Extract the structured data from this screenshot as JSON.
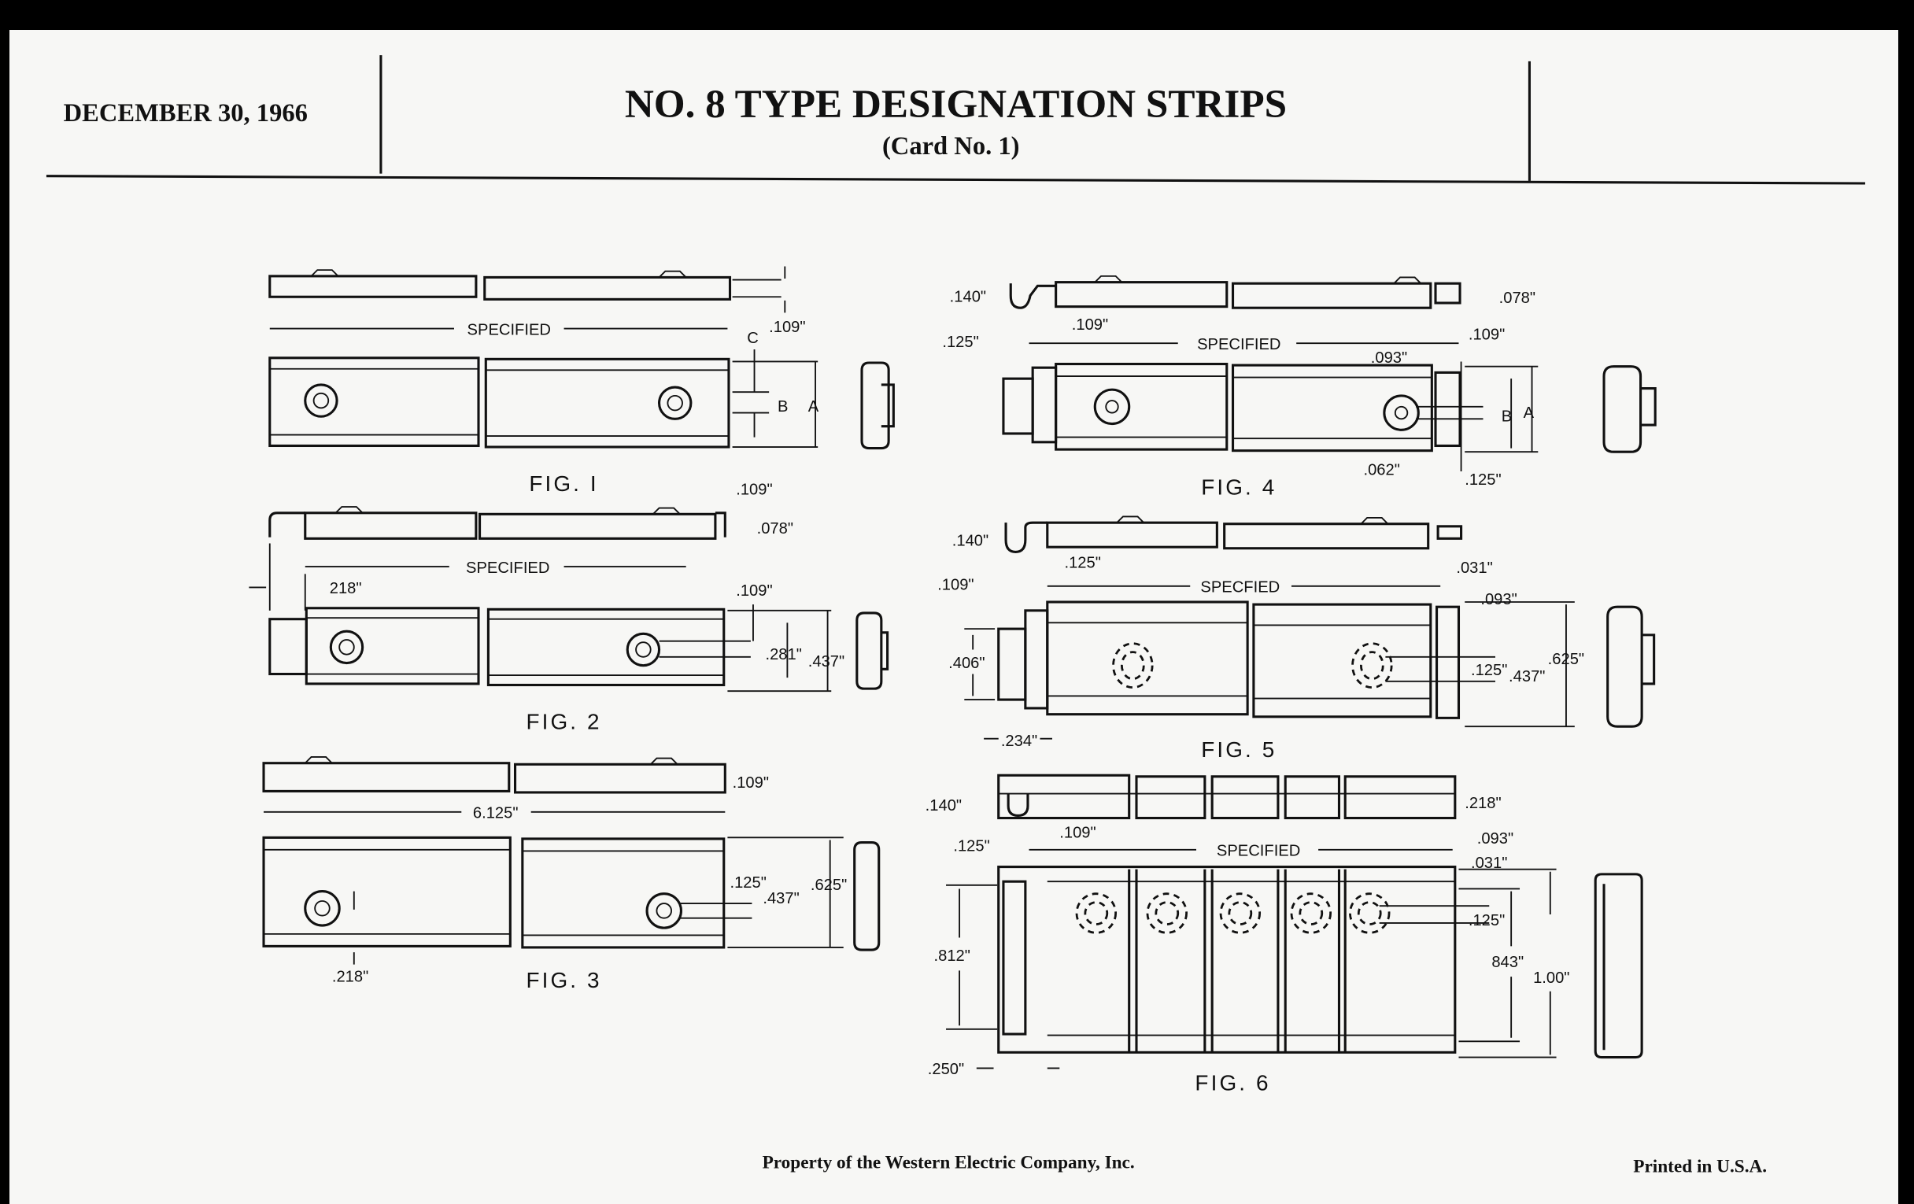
{
  "header": {
    "date": "DECEMBER 30, 1966",
    "title": "NO. 8 TYPE DESIGNATION STRIPS",
    "subtitle": "(Card No. 1)"
  },
  "figures": [
    {
      "caption": "FIG. I",
      "labels": {
        "specified": "SPECIFIED",
        "c": "C",
        "dim_109": ".109\"",
        "b": "B",
        "a": "A"
      }
    },
    {
      "caption": "FIG. 2",
      "labels": {
        "dim_109_top": ".109\"",
        "dim_078": ".078\"",
        "specified": "SPECIFIED",
        "dim_218": "218\"",
        "dim_109": ".109\"",
        "dim_281": ".281\"",
        "dim_437": ".437\""
      }
    },
    {
      "caption": "FIG. 3",
      "labels": {
        "dim_109": ".109\"",
        "length": "6.125\"",
        "dim_125": ".125\"",
        "dim_437": ".437\"",
        "dim_625": ".625\"",
        "dim_218": ".218\""
      }
    },
    {
      "caption": "FIG. 4",
      "labels": {
        "dim_140": ".140\"",
        "dim_125": ".125\"",
        "dim_109": ".109\"",
        "specified": "SPECIFIED",
        "dim_078": ".078\"",
        "dim_109_r": ".109\"",
        "dim_093": ".093\"",
        "b": "B",
        "a": "A",
        "dim_062": ".062\"",
        "dim_125_r": ".125\""
      }
    },
    {
      "caption": "FIG. 5",
      "labels": {
        "dim_140": ".140\"",
        "dim_109": ".109\"",
        "dim_125": ".125\"",
        "dim_031": ".031\"",
        "specified": "SPECFIED",
        "dim_093": ".093\"",
        "dim_406": ".406\"",
        "dim_234": ".234\"",
        "dim_125_r": ".125\"",
        "dim_437": ".437\"",
        "dim_625": ".625\""
      }
    },
    {
      "caption": "FIG. 6",
      "labels": {
        "dim_140": ".140\"",
        "dim_125": ".125\"",
        "dim_109": ".109\"",
        "specified": "SPECIFIED",
        "dim_218": ".218\"",
        "dim_093": ".093\"",
        "dim_031": ".031\"",
        "dim_812": ".812\"",
        "dim_125_r": ".125\"",
        "dim_843": "843\"",
        "dim_100": "1.00\"",
        "dim_250": ".250\""
      }
    }
  ],
  "footer": {
    "property": "Property of the Western Electric Company, Inc.",
    "printed": "Printed in U.S.A."
  }
}
